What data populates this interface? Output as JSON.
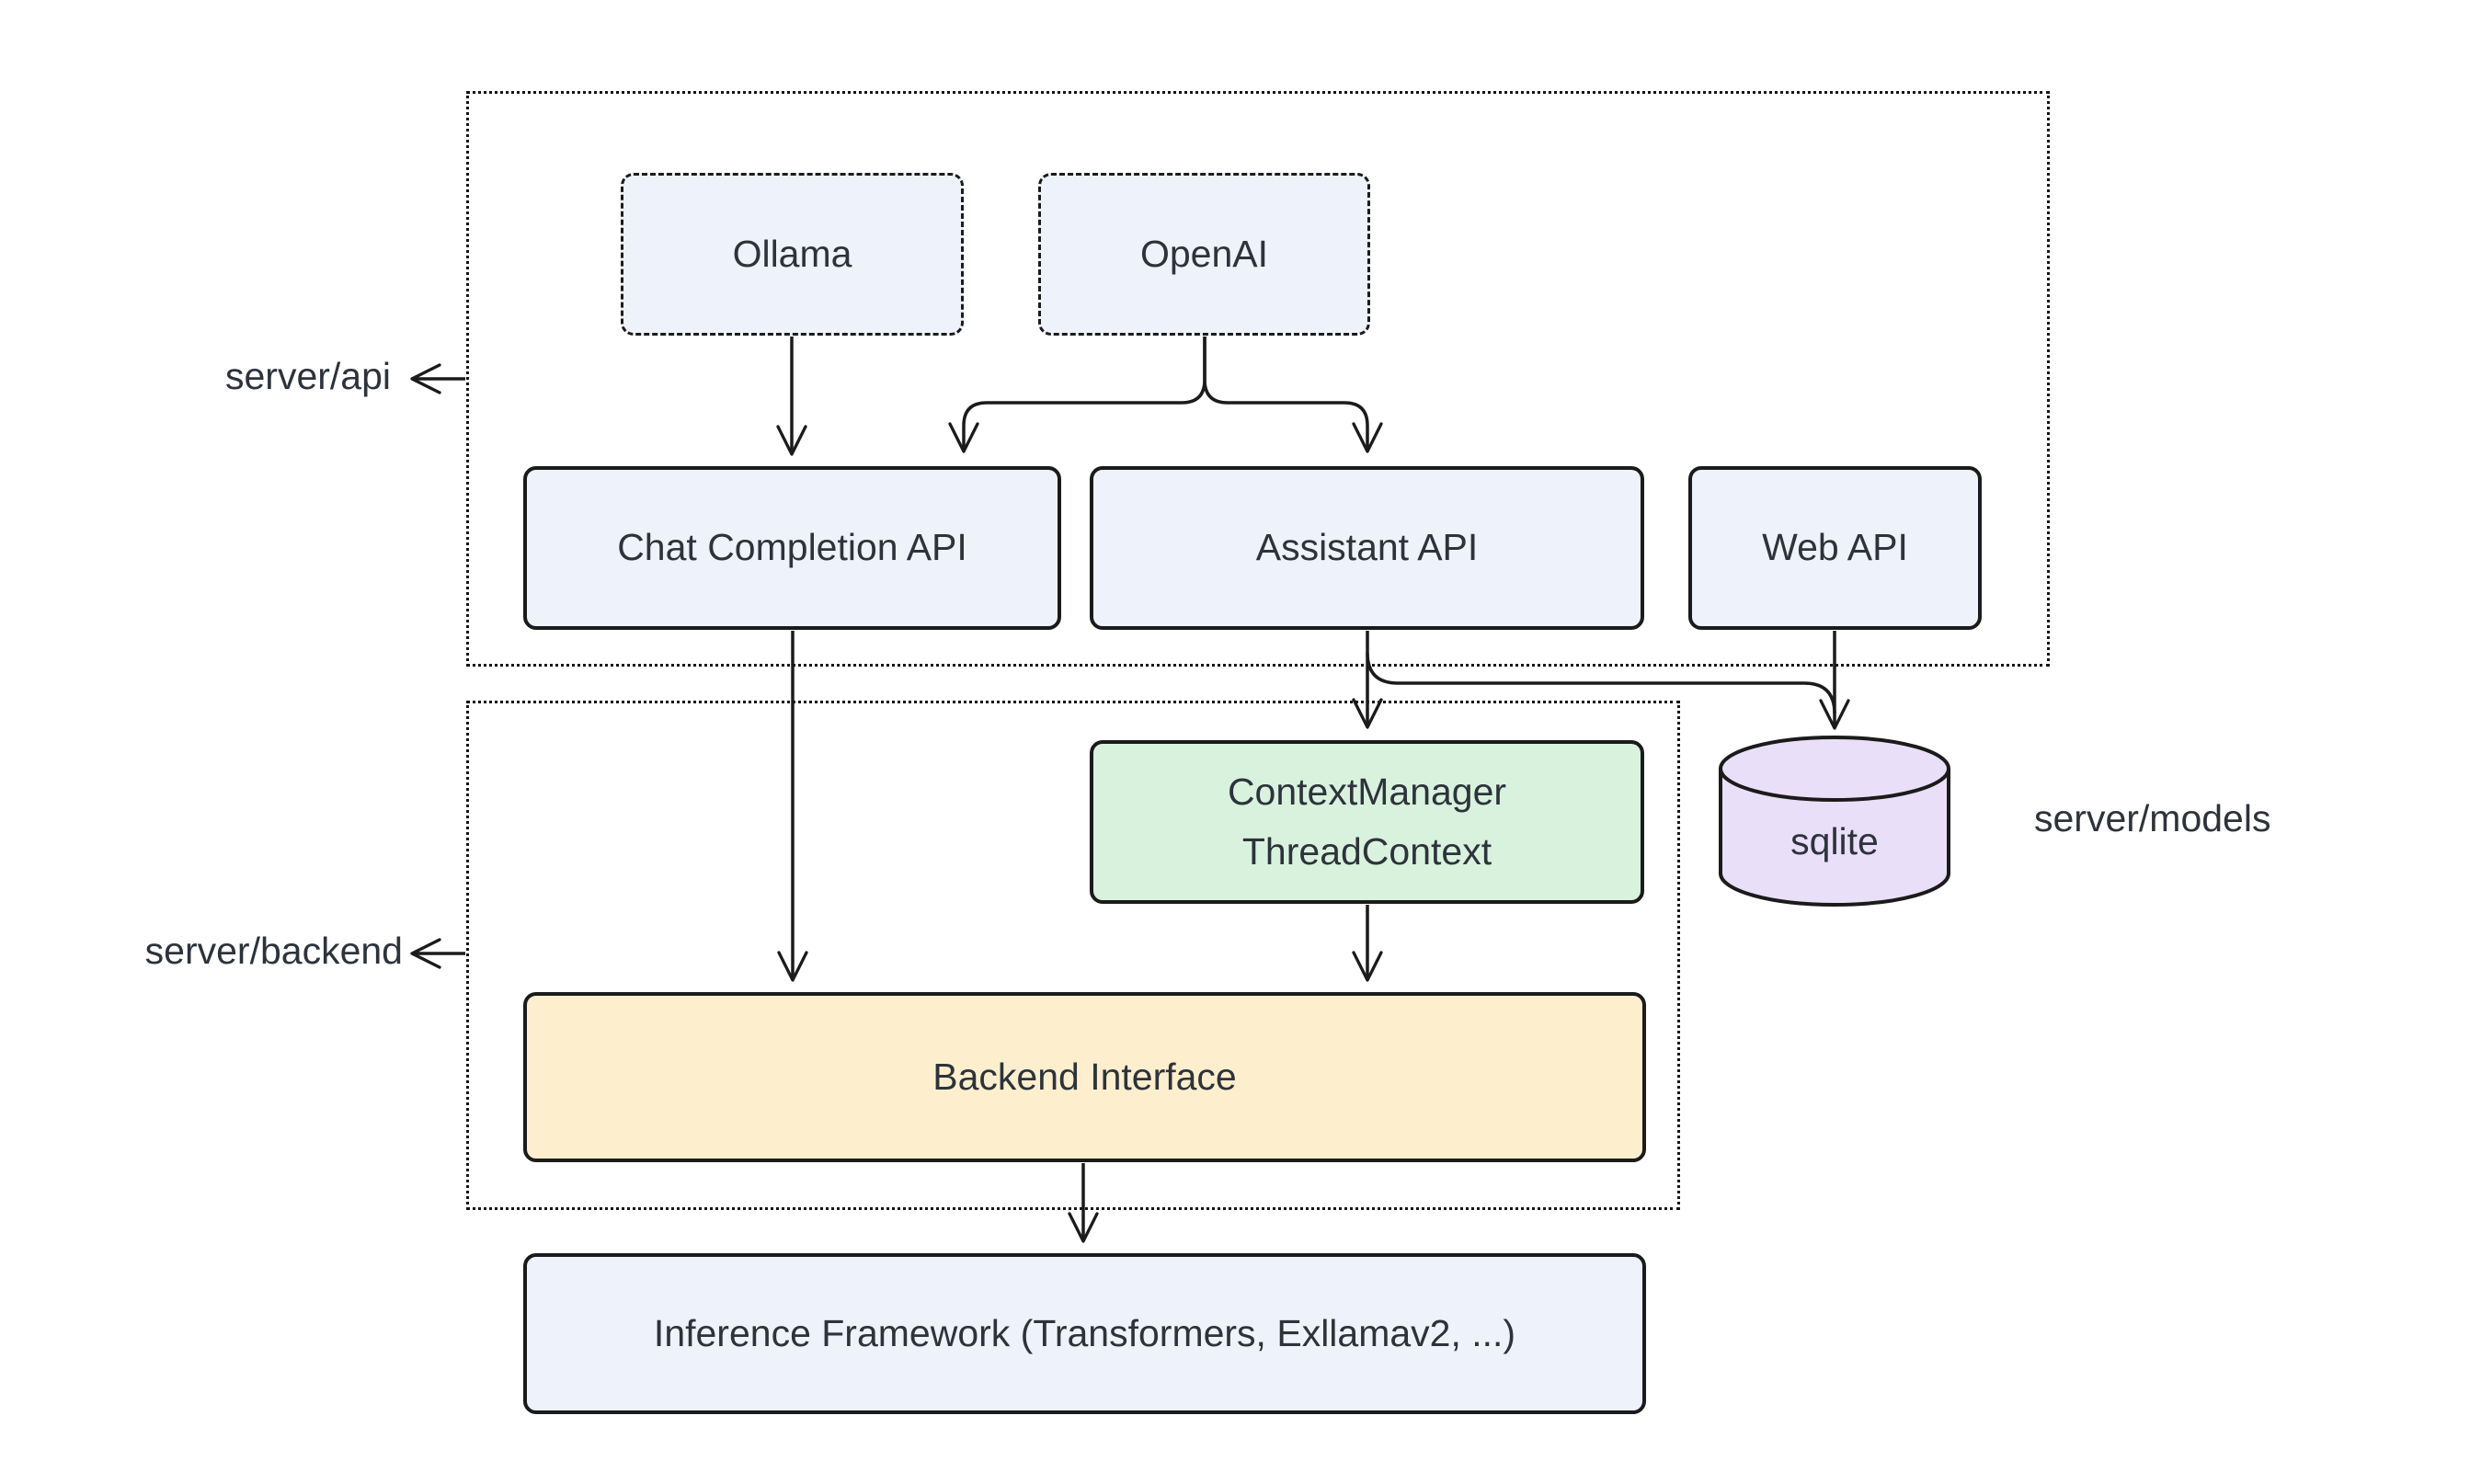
{
  "colors": {
    "background": "#ffffff",
    "stroke": "#1b1b1b",
    "text": "#2d333b",
    "node_blue": "#edf2fb",
    "node_green": "#d9f2de",
    "node_yellow": "#fdefcd",
    "node_purple": "#eadff8"
  },
  "regions": {
    "api": {
      "label": "server/api"
    },
    "backend": {
      "label": "server/backend"
    }
  },
  "side_labels": {
    "models": "server/models"
  },
  "nodes": {
    "ollama": {
      "label": "Ollama"
    },
    "openai": {
      "label": "OpenAI"
    },
    "chat_completion_api": {
      "label": "Chat Completion API"
    },
    "assistant_api": {
      "label": "Assistant API"
    },
    "web_api": {
      "label": "Web API"
    },
    "context_manager": {
      "line1": "ContextManager",
      "line2": "ThreadContext"
    },
    "sqlite": {
      "label": "sqlite"
    },
    "backend_interface": {
      "label": "Backend Interface"
    },
    "inference_framework": {
      "label": "Inference Framework (Transformers, Exllamav2, ...)"
    }
  },
  "edges": [
    {
      "from": "Ollama",
      "to": "Chat Completion API"
    },
    {
      "from": "OpenAI",
      "to": "Chat Completion API"
    },
    {
      "from": "OpenAI",
      "to": "Assistant API"
    },
    {
      "from": "Chat Completion API",
      "to": "Backend Interface"
    },
    {
      "from": "Assistant API",
      "to": "ContextManager ThreadContext"
    },
    {
      "from": "Assistant API",
      "to": "sqlite"
    },
    {
      "from": "Web API",
      "to": "sqlite"
    },
    {
      "from": "ContextManager ThreadContext",
      "to": "Backend Interface"
    },
    {
      "from": "Backend Interface",
      "to": "Inference Framework (Transformers, Exllamav2, ...)"
    }
  ]
}
